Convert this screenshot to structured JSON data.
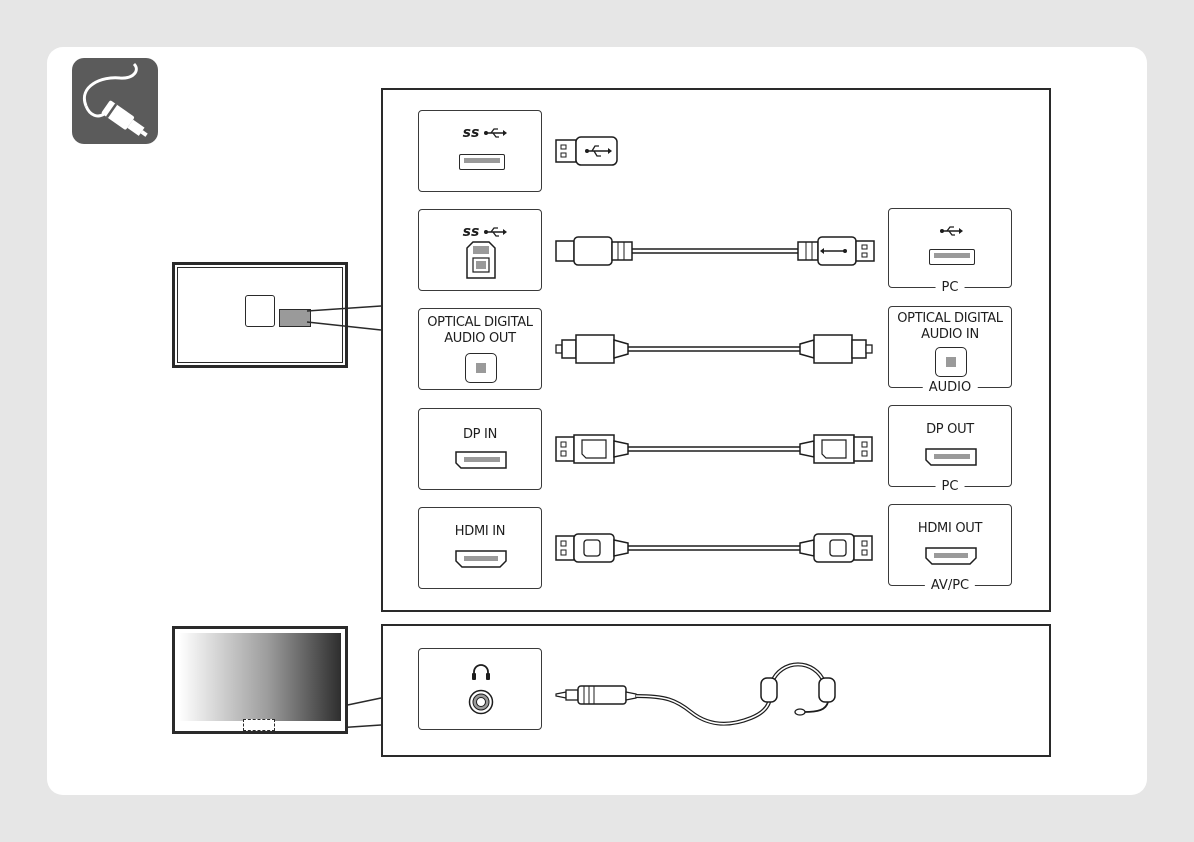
{
  "rows": {
    "usb_a": {
      "left_ss": "ss"
    },
    "usb_b": {
      "left_ss": "ss",
      "right_tag": "PC"
    },
    "optical": {
      "left_label": "OPTICAL DIGITAL AUDIO OUT",
      "right_label": "OPTICAL DIGITAL AUDIO IN",
      "right_tag": "AUDIO"
    },
    "dp": {
      "left_label": "DP IN",
      "right_label": "DP OUT",
      "right_tag": "PC"
    },
    "hdmi": {
      "left_label": "HDMI IN",
      "right_label": "HDMI OUT",
      "right_tag": "AV/PC"
    }
  },
  "icons": {
    "category": "cable-connection-icon",
    "usb": "usb-icon",
    "headphone": "headphone-icon"
  },
  "colors": {
    "background": "#e6e6e6",
    "category_tile": "#5b5b5b",
    "outline": "#2a2a2a"
  }
}
